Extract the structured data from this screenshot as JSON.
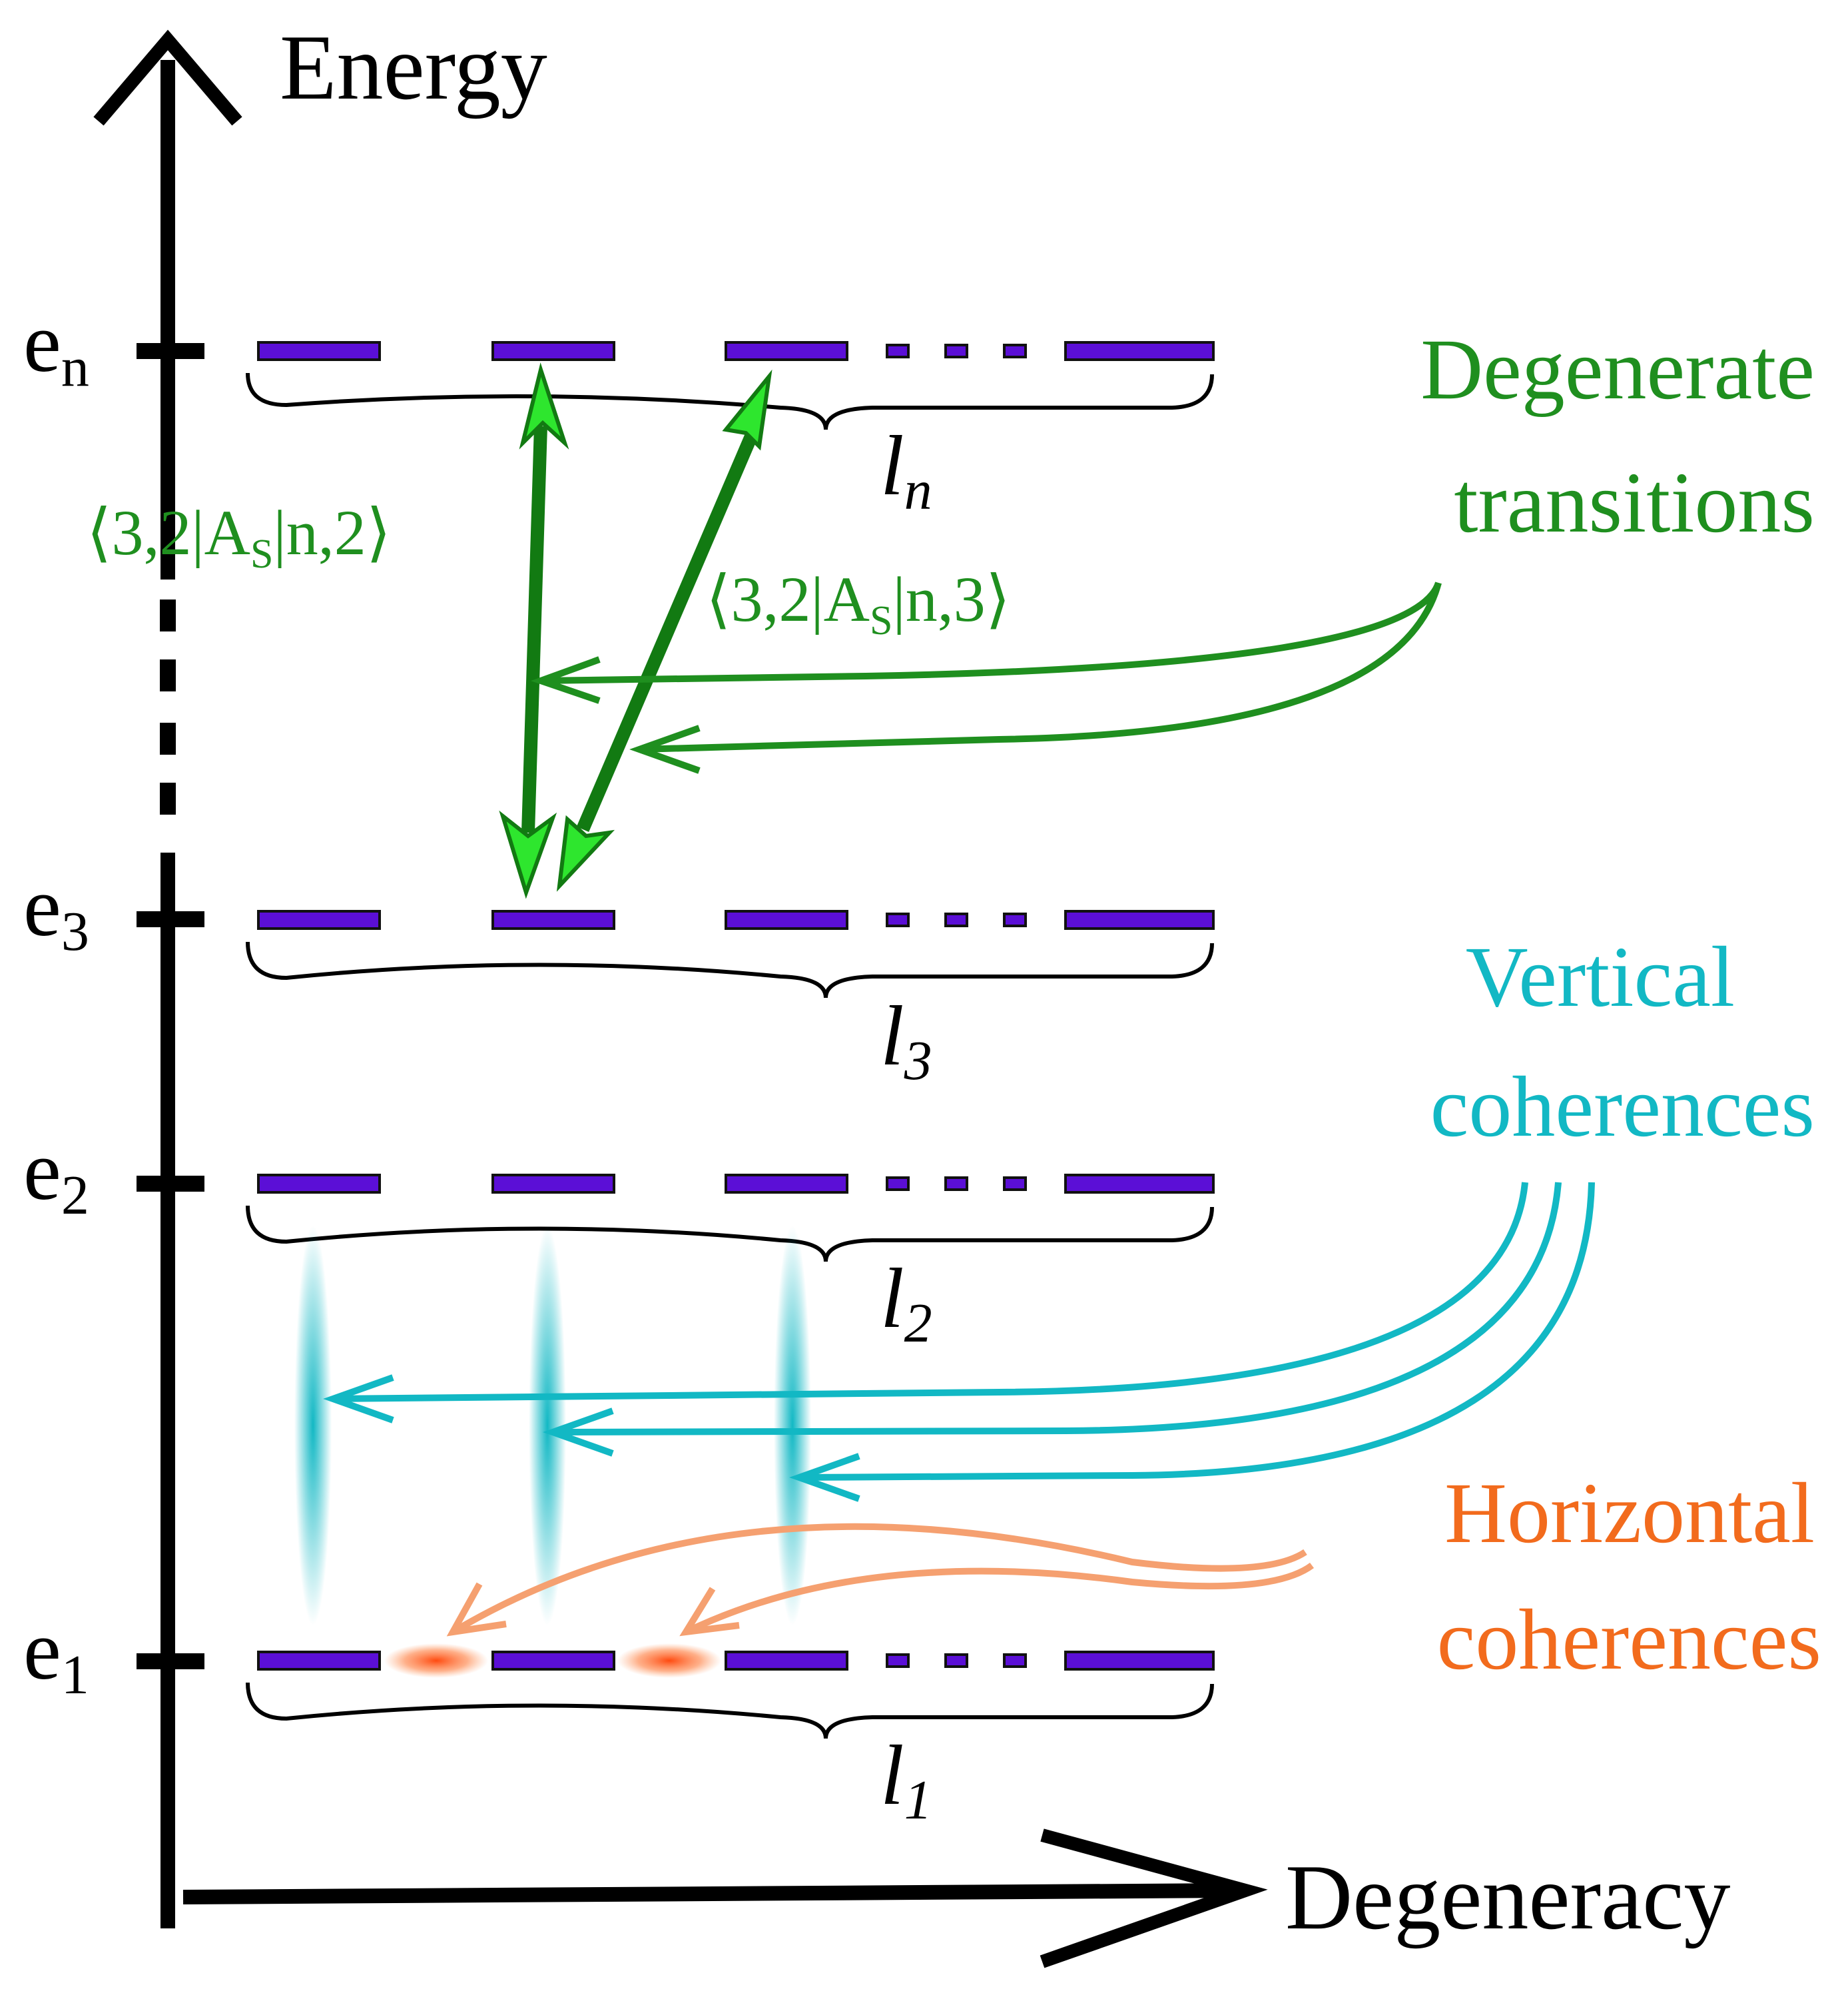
{
  "axes": {
    "y_label": "Energy",
    "x_label": "Degeneracy"
  },
  "levels": [
    {
      "id": "en",
      "label": "e",
      "sub": "n",
      "brace_label": "l",
      "brace_sub": "n"
    },
    {
      "id": "e3",
      "label": "e",
      "sub": "3",
      "brace_label": "l",
      "brace_sub": "3"
    },
    {
      "id": "e2",
      "label": "e",
      "sub": "2",
      "brace_label": "l",
      "brace_sub": "2"
    },
    {
      "id": "e1",
      "label": "e",
      "sub": "1",
      "brace_label": "l",
      "brace_sub": "1"
    }
  ],
  "matrix_elements": [
    {
      "pre": "⟨3,2|A",
      "sub": "S",
      "post": "|n,2⟩"
    },
    {
      "pre": "⟨3,2|A",
      "sub": "S",
      "post": "|n,3⟩"
    }
  ],
  "categories": {
    "degenerate": {
      "line1": "Degenerate",
      "line2": "transitions",
      "color": "#1f8f1f"
    },
    "vertical": {
      "line1": "Vertical",
      "line2": "coherences",
      "color": "#12b8c4"
    },
    "horizontal": {
      "line1": "Horizontal",
      "line2": "coherences",
      "color": "#f26b1d"
    }
  },
  "colors": {
    "level": "#5b0fd6",
    "transition_fill": "#2ee62e",
    "transition_stroke": "#127a12"
  }
}
